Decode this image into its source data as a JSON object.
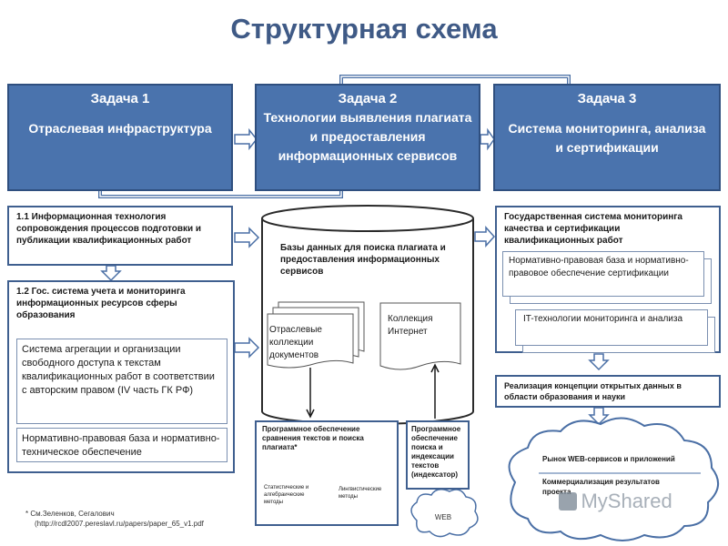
{
  "title": "Структурная схема",
  "task1": {
    "header": "Задача 1",
    "name": "Отраслевая инфраструктура"
  },
  "task2": {
    "header": "Задача 2",
    "name": "Технологии выявления плагиата и предоставления информационных сервисов"
  },
  "task3": {
    "header": "Задача 3",
    "name": "Система мониторинга, анализа и сертификации"
  },
  "box11": {
    "text": "1.1 Информационная технология сопровождения процессов подготовки и публикации квалификационных работ"
  },
  "box12": {
    "header": "1.2  Гос. система учета и мониторинга информационных ресурсов сферы образования",
    "inner1": "Система агрегации и организации свободного доступа к текстам квалификационных работ в соответствии с авторским правом (IV часть ГК РФ)",
    "inner2": "Нормативно-правовая база и нормативно-техническое обеспечение"
  },
  "database": {
    "label": "Базы данных для поиска плагиата и предоставления информационных сервисов",
    "doc_left": "Отраслевые коллекции документов",
    "doc_right": "Коллекция Интернет"
  },
  "compare_box": {
    "text": "Программное обеспечение сравнения текстов и поиска плагиата*",
    "method1": "Статистические и алгебраические методы",
    "method2": "Лингвистические методы"
  },
  "indexer_box": {
    "text": "Программное обеспечение поиска и индексации текстов (индексатор)"
  },
  "web_cloud": {
    "label": "WEB"
  },
  "state_box": {
    "header": "Государственная система мониторинга качества и сертификации квалификационных работ",
    "inner1": "Нормативно-правовая база и нормативно-правовое обеспечение сертификации",
    "inner2": "IT-технологии мониторинга и анализа"
  },
  "opendata_box": {
    "text": "Реализация концепции открытых данных в области образования и науки"
  },
  "market_cloud": {
    "line1": "Рынок WEB-сервисов и приложений",
    "line2": "Коммерциализация результатов проекта"
  },
  "footnote": {
    "line1": "* См.Зеленков, Сегалович",
    "line2": "(http://rcdl2007.pereslavl.ru/papers/paper_65_v1.pdf"
  },
  "watermark": {
    "text": "MyShared"
  },
  "colors": {
    "title": "#3f5a86",
    "task_fill": "#4a73ad",
    "border": "#3f5f8f",
    "arrow": "#4a6fa5"
  }
}
